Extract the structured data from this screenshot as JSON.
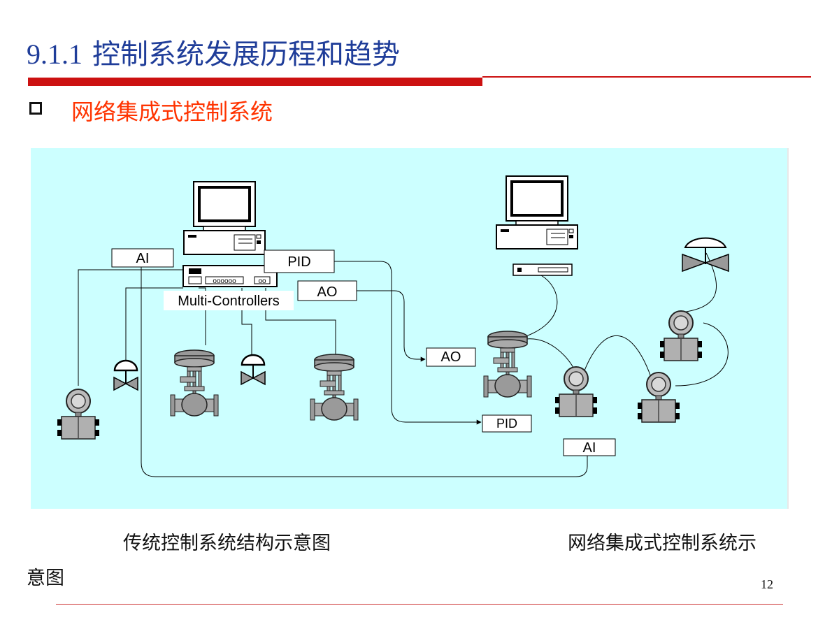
{
  "header": {
    "section_number": "9.1.1",
    "title": "控制系统发展历程和趋势",
    "bullet_text": "网络集成式控制系统"
  },
  "diagram": {
    "left_labels": {
      "ai": "AI",
      "pid": "PID",
      "ao": "AO",
      "controllers": "Multi-Controllers"
    },
    "right_labels": {
      "ao": "AO",
      "pid": "PID",
      "ai": "AI"
    },
    "colors": {
      "panel_bg": "#ccffff",
      "title": "#1f3d99",
      "subtitle": "#ff3300",
      "rule": "#cc1111"
    }
  },
  "captions": {
    "left": "传统控制系统结构示意图",
    "right_line1": "网络集成式控制系统示",
    "right_line2": "意图"
  },
  "footer": {
    "page_number": "12"
  }
}
